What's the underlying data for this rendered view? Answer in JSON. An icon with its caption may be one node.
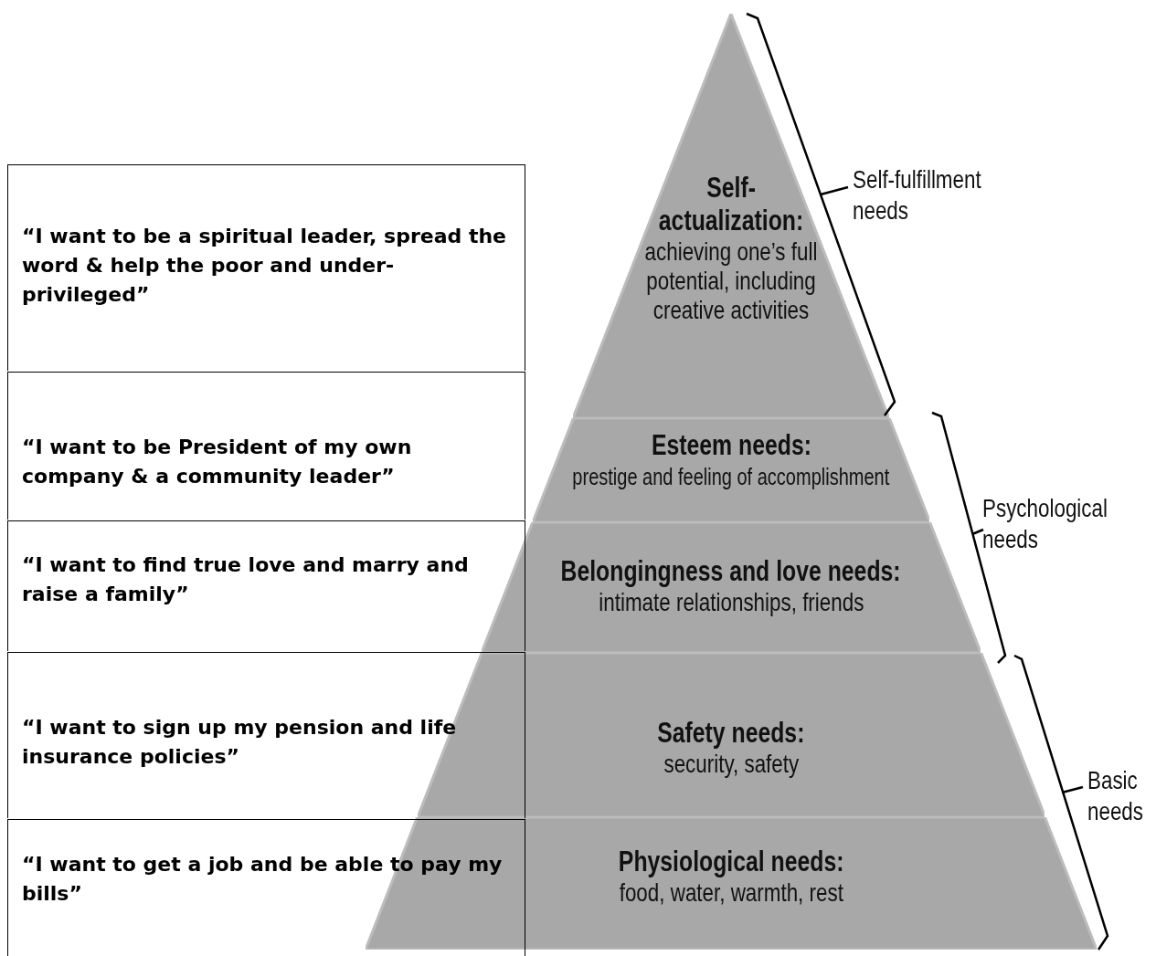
{
  "diagram": {
    "nodes": [
      {
        "text": [
          "“I want to be a spiritual leader, spread the word & help the poor and under-privileged”"
        ]
      },
      {
        "text": [
          "“I want to be President of my own company & a community leader”"
        ]
      },
      {
        "text": [
          "“I want to find true love and marry and raise a family”"
        ]
      },
      {
        "text": [
          "“I want to sign up my pension and life insurance policies”"
        ]
      },
      {
        "text": [
          "“I want to get a job and be able to pay my bills”"
        ]
      },
      {
        "text": [
          "Self- actualization:",
          "achieving one’s full potential, including creative activities"
        ]
      },
      {
        "text": [
          "Esteem needs:",
          "prestige and feeling of accomplishment"
        ]
      },
      {
        "text": [
          "Belongingness and love needs:",
          "intimate relationships, friends"
        ]
      },
      {
        "text": [
          "Safety needs:",
          "security, safety"
        ]
      },
      {
        "text": [
          "Physiological needs:",
          "food, water, warmth, rest"
        ]
      }
    ],
    "labels": [
      "Self-fulfillment needs",
      "Psychological needs",
      "Basic needs"
    ]
  }
}
